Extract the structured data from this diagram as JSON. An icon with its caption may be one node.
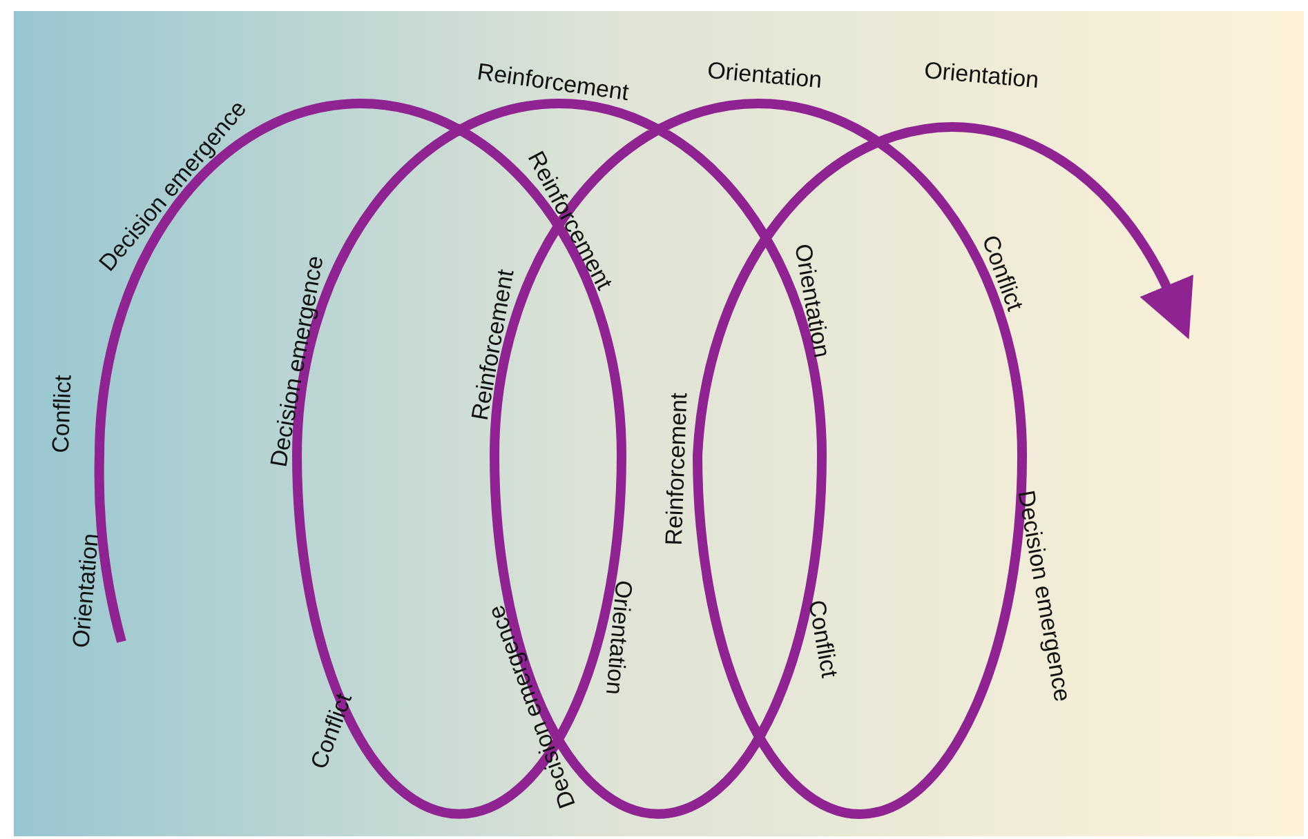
{
  "diagram": {
    "labels": [
      "Reinforcement",
      "Orientation",
      "Orientation",
      "Decision emergence",
      "Reinforcement",
      "Conflict",
      "Orientation",
      "Decision emergence",
      "Reinforcement",
      "Conflict",
      "Reinforcement",
      "Orientation",
      "Decision emergence",
      "Orientation",
      "Conflict",
      "Decision emergence",
      "Conflict"
    ]
  }
}
